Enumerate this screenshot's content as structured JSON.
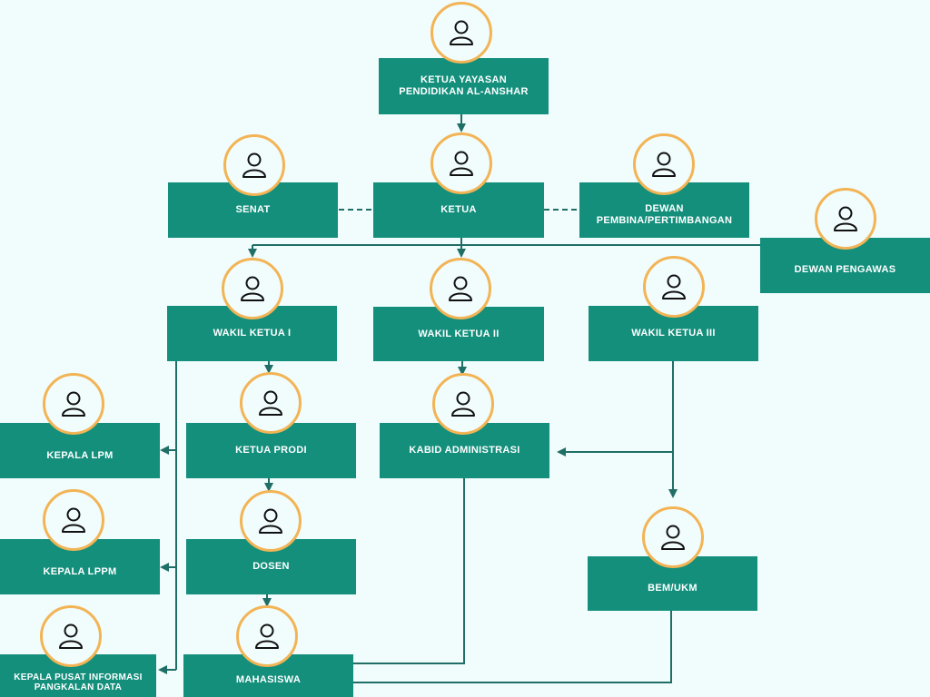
{
  "org_chart": {
    "nodes": [
      {
        "id": "ketua-yayasan",
        "label": "KETUA YAYASAN\nPENDIDIKAN AL-ANSHAR",
        "icon": "person-icon"
      },
      {
        "id": "senat",
        "label": "SENAT",
        "icon": "person-icon"
      },
      {
        "id": "ketua",
        "label": "KETUA",
        "icon": "person-icon"
      },
      {
        "id": "dewan-pembina",
        "label": "DEWAN\nPEMBINA/PERTIMBANGAN",
        "icon": "person-icon"
      },
      {
        "id": "dewan-pengawas",
        "label": "DEWAN PENGAWAS",
        "icon": "person-icon"
      },
      {
        "id": "wakil-ketua-1",
        "label": "WAKIL KETUA I",
        "icon": "person-icon"
      },
      {
        "id": "wakil-ketua-2",
        "label": "WAKIL KETUA II",
        "icon": "person-icon"
      },
      {
        "id": "wakil-ketua-3",
        "label": "WAKIL KETUA III",
        "icon": "person-icon"
      },
      {
        "id": "kepala-lpm",
        "label": "KEPALA LPM",
        "icon": "person-icon"
      },
      {
        "id": "ketua-prodi",
        "label": "KETUA PRODI",
        "icon": "person-icon"
      },
      {
        "id": "kabid-administrasi",
        "label": "KABID ADMINISTRASI",
        "icon": "person-icon"
      },
      {
        "id": "kepala-lppm",
        "label": "KEPALA LPPM",
        "icon": "person-icon"
      },
      {
        "id": "dosen",
        "label": "DOSEN",
        "icon": "person-icon"
      },
      {
        "id": "bem-ukm",
        "label": "BEM/UKM",
        "icon": "person-icon"
      },
      {
        "id": "kepala-pusat-informasi",
        "label": "KEPALA PUSAT INFORMASI\nPANGKALAN DATA",
        "icon": "person-icon"
      },
      {
        "id": "mahasiswa",
        "label": "MAHASISWA",
        "icon": "person-icon"
      }
    ],
    "colors": {
      "box": "#138f7c",
      "box_text": "#ffffff",
      "avatar_ring": "#f2b455",
      "connector": "#1f6f66",
      "background": "#f1fcfc"
    }
  }
}
